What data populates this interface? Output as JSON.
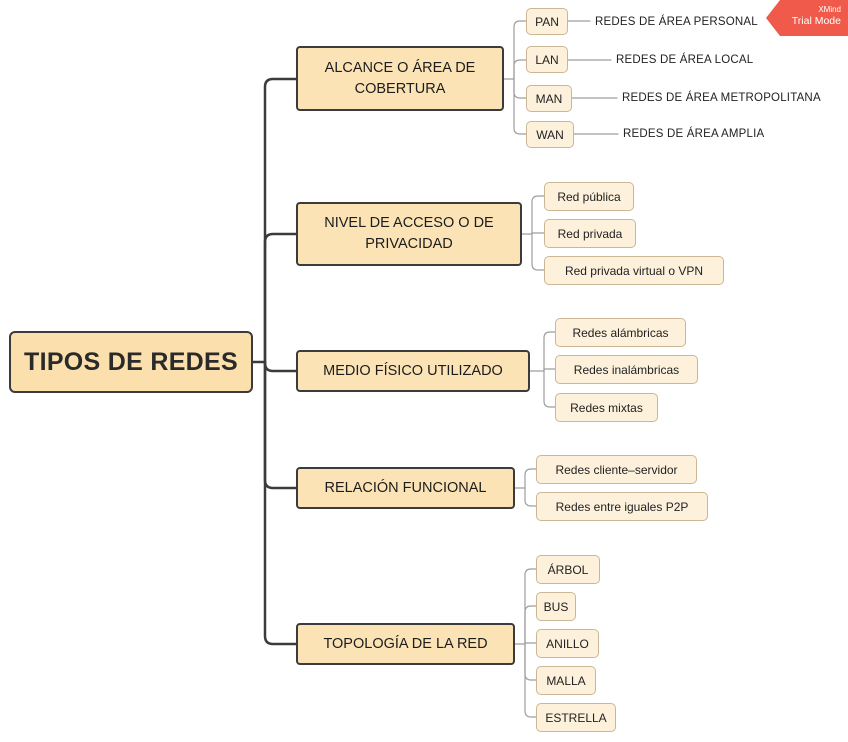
{
  "root": {
    "label": "TIPOS DE REDES"
  },
  "branches": [
    {
      "label": "ALCANCE O ÁREA DE COBERTURA",
      "children": [
        {
          "label": "PAN",
          "detail": "REDES DE ÁREA PERSONAL"
        },
        {
          "label": "LAN",
          "detail": "REDES DE ÁREA LOCAL"
        },
        {
          "label": "MAN",
          "detail": "REDES DE ÁREA METROPOLITANA"
        },
        {
          "label": "WAN",
          "detail": "REDES DE ÁREA AMPLIA"
        }
      ]
    },
    {
      "label": "NIVEL DE ACCESO O DE PRIVACIDAD",
      "children": [
        {
          "label": "Red pública"
        },
        {
          "label": "Red privada"
        },
        {
          "label": "Red privada virtual o VPN"
        }
      ]
    },
    {
      "label": "MEDIO FÍSICO UTILIZADO",
      "children": [
        {
          "label": "Redes alámbricas"
        },
        {
          "label": "Redes inalámbricas"
        },
        {
          "label": "Redes mixtas"
        }
      ]
    },
    {
      "label": "RELACIÓN FUNCIONAL",
      "children": [
        {
          "label": "Redes cliente–servidor"
        },
        {
          "label": "Redes entre iguales P2P"
        }
      ]
    },
    {
      "label": "TOPOLOGÍA DE LA RED",
      "children": [
        {
          "label": "ÁRBOL"
        },
        {
          "label": "BUS"
        },
        {
          "label": "ANILLO"
        },
        {
          "label": "MALLA"
        },
        {
          "label": "ESTRELLA"
        }
      ]
    }
  ],
  "watermark": {
    "line1": "XMind",
    "line2": "Trial Mode"
  },
  "colors": {
    "node_fill": "#fbe3b6",
    "sub_fill": "#fdf1dc",
    "line": "#3b3b3b",
    "badge": "#ef5a4a"
  }
}
